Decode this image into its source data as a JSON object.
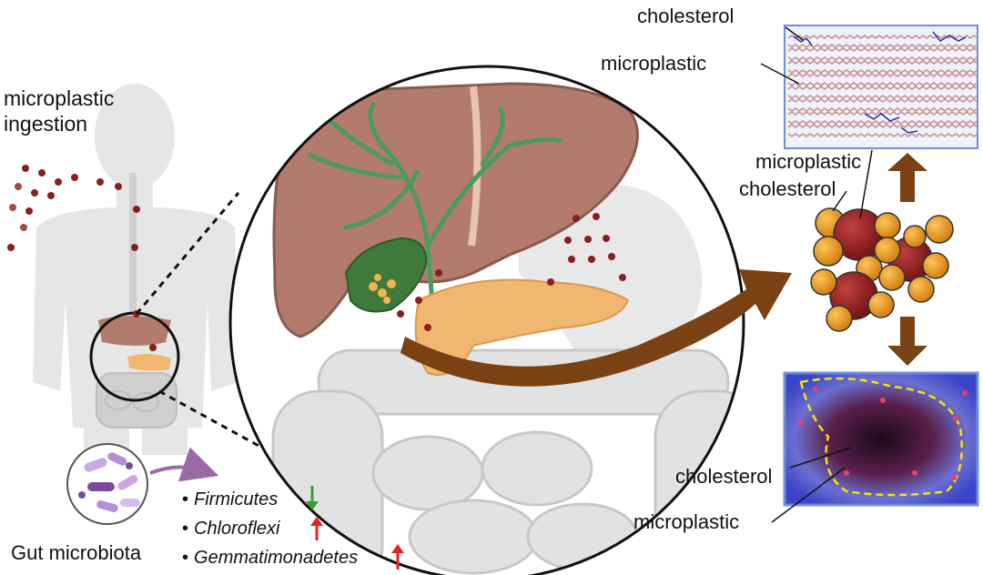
{
  "labels": {
    "ingestion_line1": "microplastic",
    "ingestion_line2": "ingestion",
    "gut_microbiota": "Gut microbiota",
    "md_cholesterol": "cholesterol",
    "md_microplastic": "microplastic",
    "agg_microplastic": "microplastic",
    "agg_cholesterol": "cholesterol",
    "img_cholesterol": "cholesterol",
    "img_microplastic": "microplastic"
  },
  "taxa": [
    {
      "name": "Firmicutes",
      "change": "down",
      "color": "#2ea12e"
    },
    {
      "name": "Chloroflexi",
      "change": "up",
      "color": "#e8231f"
    },
    {
      "name": "Gemmatimonadetes",
      "change": "up",
      "color": "#e8231f"
    }
  ],
  "colors": {
    "liver": "#b37b6e",
    "bile_duct": "#4c9a5c",
    "gallbladder": "#3f7a3a",
    "pancreas": "#f1b770",
    "intestine": "#d9d9d9",
    "silhouette": "#e3e3e3",
    "particle": "#8b1e1e",
    "cholesterol_sphere": "#e88c12",
    "big_arrow": "#7a4112",
    "frame_blue": "#6f8fd6"
  }
}
